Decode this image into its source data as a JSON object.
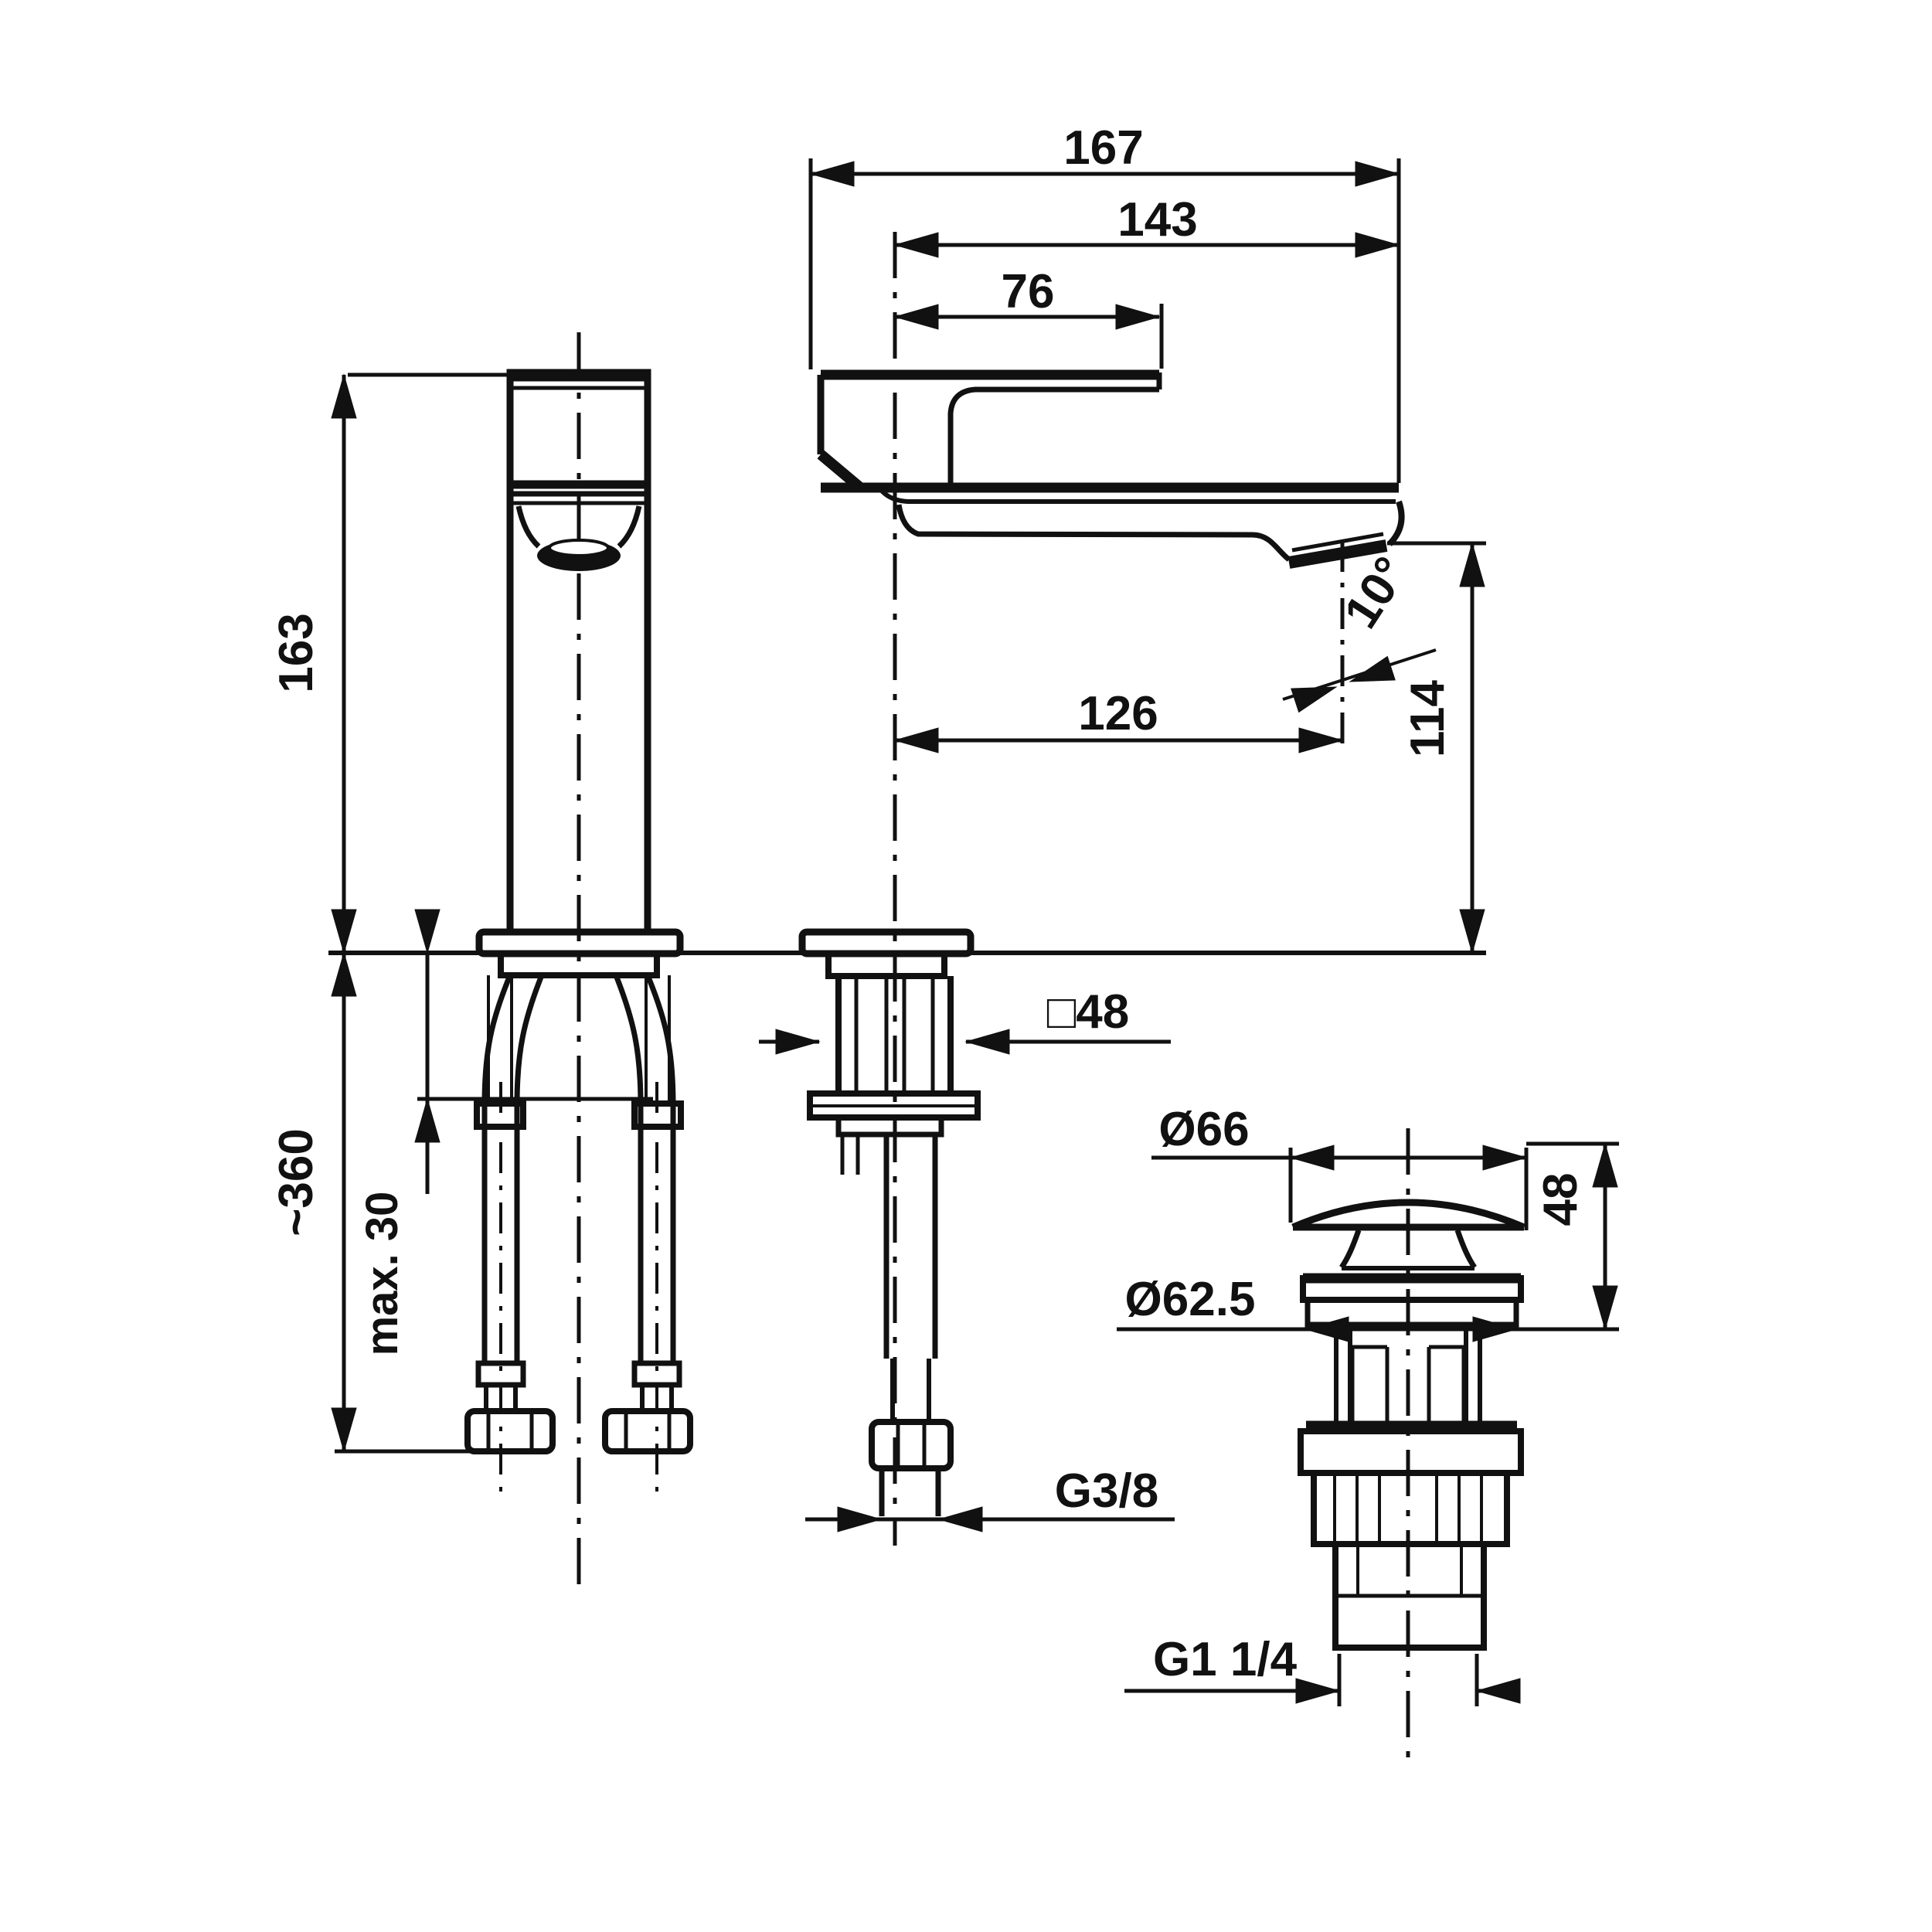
{
  "colors": {
    "ink": "#111111",
    "background": "#ffffff"
  },
  "drawing_type": "faucet-installation-dimension-drawing",
  "dim_labels": {
    "d167": "167",
    "d143": "143",
    "d76": "76",
    "d163": "163",
    "d360": "~360",
    "dmax30": "max. 30",
    "d126": "126",
    "d10deg": "10°",
    "d114": "114",
    "d48sq": "□48",
    "d66": "Ø66",
    "d48": "48",
    "d62_5": "Ø62.5",
    "g38": "G3/8",
    "g114": "G1 1/4"
  }
}
